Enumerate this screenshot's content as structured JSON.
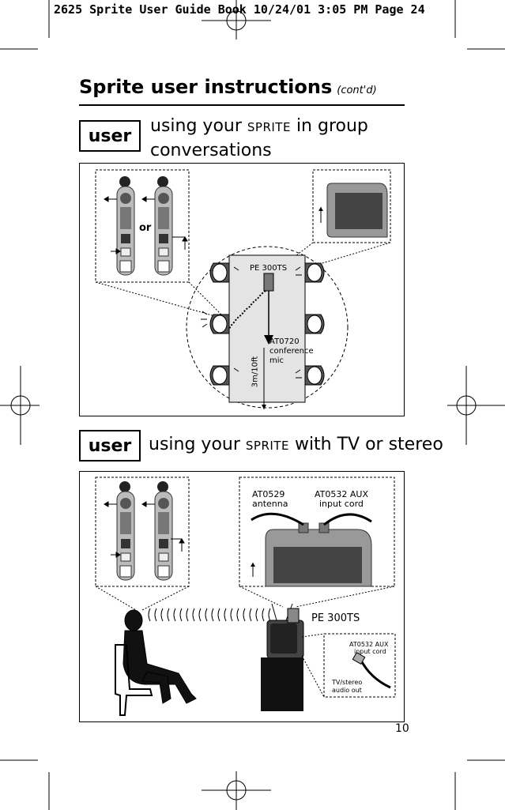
{
  "slug_line": "2625 Sprite User Guide Book  10/24/01  3:05 PM  Page 24",
  "header": {
    "title": "Sprite user instructions",
    "title_suffix": "(cont'd)"
  },
  "section1": {
    "badge": "user",
    "heading_pre": "using your ",
    "heading_brand": "SPRITE",
    "heading_post": " in group conversations",
    "labels": {
      "or": "or",
      "transmitter": "PE 300TS",
      "mic_1": "AT0720",
      "mic_2": "conference",
      "mic_3": "mic",
      "distance": "3m/10ft"
    }
  },
  "section2": {
    "badge": "user",
    "heading_pre": "using your ",
    "heading_brand": "SPRITE",
    "heading_post": " with TV or stereo",
    "labels": {
      "antenna_1": "AT0529",
      "antenna_2": "antenna",
      "aux_1": "AT0532 AUX",
      "aux_2": "input cord",
      "transmitter": "PE 300TS",
      "aux_small_1": "AT0532 AUX",
      "aux_small_2": "input cord",
      "tv_1": "TV/stereo",
      "tv_2": "audio out"
    }
  },
  "page_number": "10"
}
